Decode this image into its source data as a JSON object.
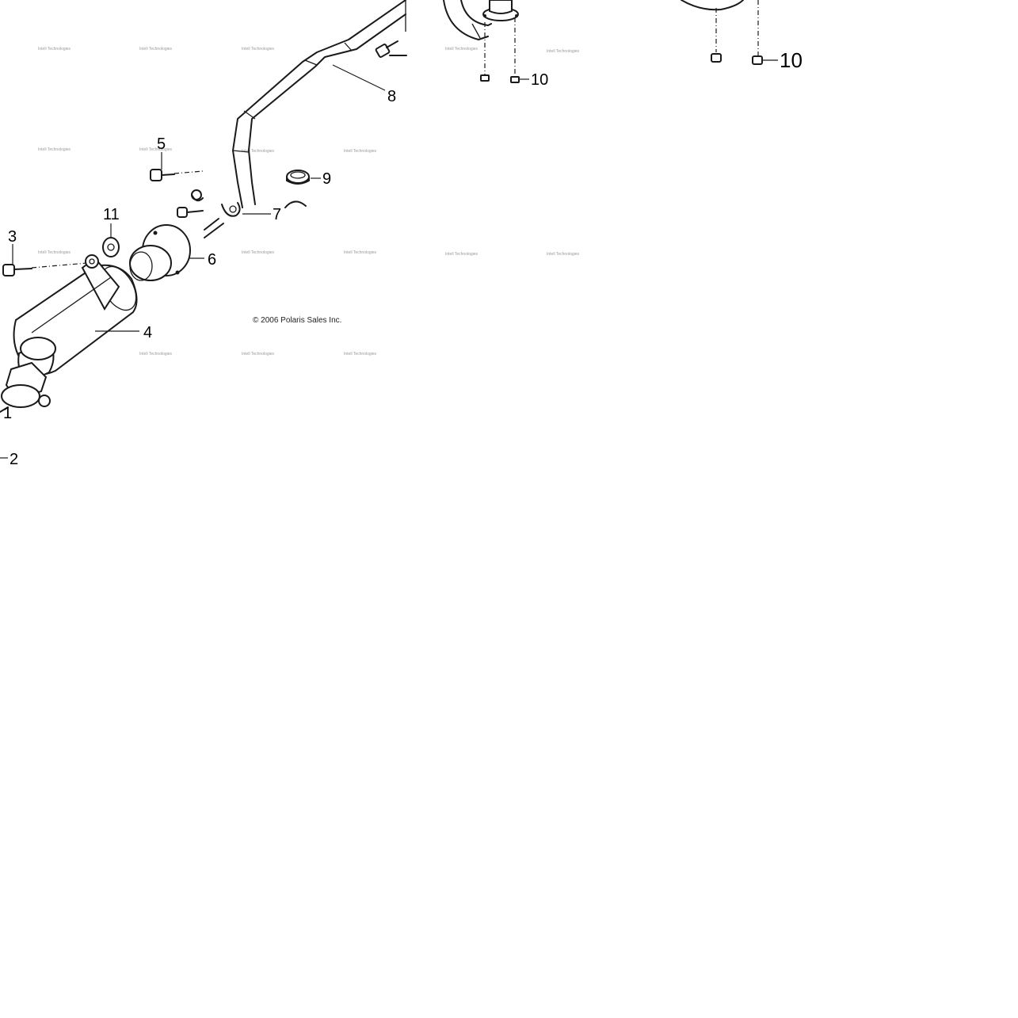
{
  "diagram": {
    "copyright": "© 2006 Polaris Sales Inc.",
    "callouts": {
      "c1": "1",
      "c2": "2",
      "c3": "3",
      "c4": "4",
      "c5": "5",
      "c6": "6",
      "c7": "7",
      "c8": "8",
      "c9": "9",
      "c10a": "10",
      "c10b": "10",
      "c11": "11"
    },
    "watermark_text": "Intell Technologies"
  }
}
